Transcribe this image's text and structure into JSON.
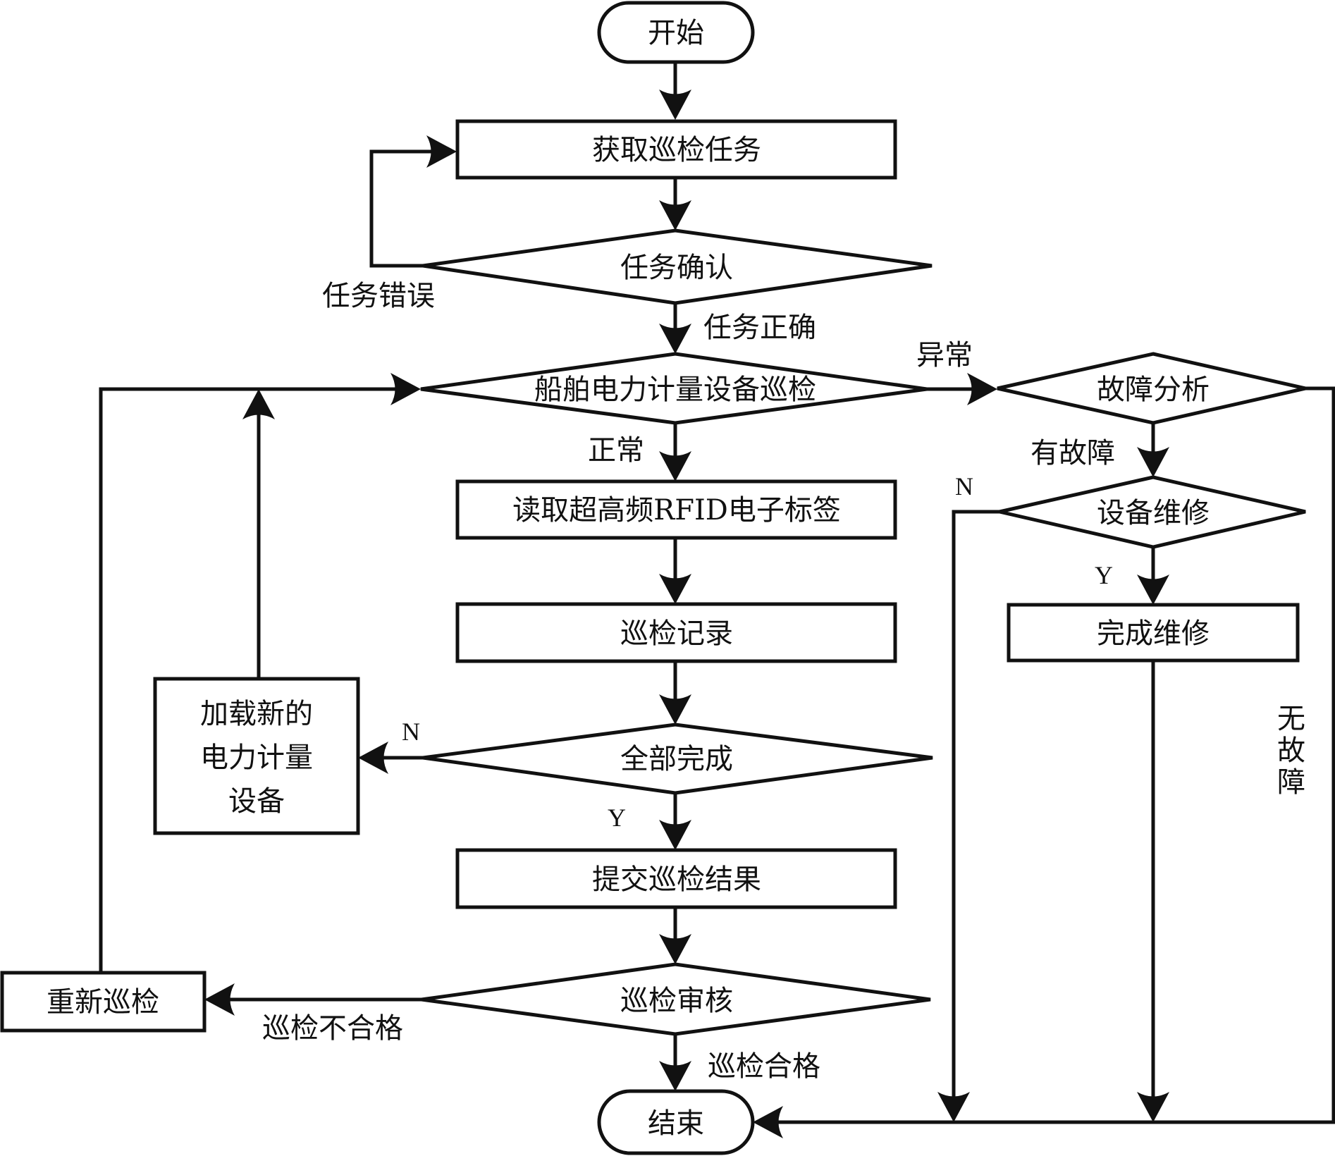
{
  "diagram": {
    "type": "flowchart",
    "colors": {
      "stroke": "#111111",
      "background": "#ffffff"
    },
    "nodes": {
      "start": {
        "label": "开始",
        "shape": "terminal"
      },
      "get_task": {
        "label": "获取巡检任务",
        "shape": "process"
      },
      "confirm_task": {
        "label": "任务确认",
        "shape": "decision"
      },
      "inspect": {
        "label": "船舶电力计量设备巡检",
        "shape": "decision"
      },
      "read_rfid": {
        "label": "读取超高频RFID电子标签",
        "shape": "process"
      },
      "record": {
        "label": "巡检记录",
        "shape": "process"
      },
      "all_done": {
        "label": "全部完成",
        "shape": "decision"
      },
      "load_new": {
        "lines": [
          "加载新的",
          "电力计量",
          "设备"
        ],
        "shape": "process"
      },
      "submit": {
        "label": "提交巡检结果",
        "shape": "process"
      },
      "audit": {
        "label": "巡检审核",
        "shape": "decision"
      },
      "reinspect": {
        "label": "重新巡检",
        "shape": "process"
      },
      "end": {
        "label": "结束",
        "shape": "terminal"
      },
      "fault_analysis": {
        "label": "故障分析",
        "shape": "decision"
      },
      "repair_decision": {
        "label": "设备维修",
        "shape": "decision"
      },
      "repair_done": {
        "label": "完成维修",
        "shape": "process"
      }
    },
    "edge_labels": {
      "task_error": "任务错误",
      "task_correct": "任务正确",
      "abnormal": "异常",
      "normal": "正常",
      "has_fault": "有故障",
      "repair_no": "N",
      "repair_yes": "Y",
      "all_done_no": "N",
      "all_done_yes": "Y",
      "audit_fail": "巡检不合格",
      "audit_pass": "巡检合格",
      "no_fault": [
        "无",
        "故",
        "障"
      ]
    },
    "edges": [
      {
        "from": "start",
        "to": "get_task",
        "label": ""
      },
      {
        "from": "get_task",
        "to": "confirm_task",
        "label": ""
      },
      {
        "from": "confirm_task",
        "to": "get_task",
        "label": "任务错误"
      },
      {
        "from": "confirm_task",
        "to": "inspect",
        "label": "任务正确"
      },
      {
        "from": "inspect",
        "to": "fault_analysis",
        "label": "异常"
      },
      {
        "from": "inspect",
        "to": "read_rfid",
        "label": "正常"
      },
      {
        "from": "read_rfid",
        "to": "record",
        "label": ""
      },
      {
        "from": "record",
        "to": "all_done",
        "label": ""
      },
      {
        "from": "all_done",
        "to": "load_new",
        "label": "N"
      },
      {
        "from": "load_new",
        "to": "inspect",
        "label": ""
      },
      {
        "from": "all_done",
        "to": "submit",
        "label": "Y"
      },
      {
        "from": "submit",
        "to": "audit",
        "label": ""
      },
      {
        "from": "audit",
        "to": "reinspect",
        "label": "巡检不合格"
      },
      {
        "from": "reinspect",
        "to": "inspect",
        "label": ""
      },
      {
        "from": "audit",
        "to": "end",
        "label": "巡检合格"
      },
      {
        "from": "fault_analysis",
        "to": "repair_decision",
        "label": "有故障"
      },
      {
        "from": "fault_analysis",
        "to": "end",
        "label": "无故障"
      },
      {
        "from": "repair_decision",
        "to": "repair_done",
        "label": "Y"
      },
      {
        "from": "repair_decision",
        "to": "end",
        "label": "N"
      },
      {
        "from": "repair_done",
        "to": "end",
        "label": ""
      }
    ]
  }
}
